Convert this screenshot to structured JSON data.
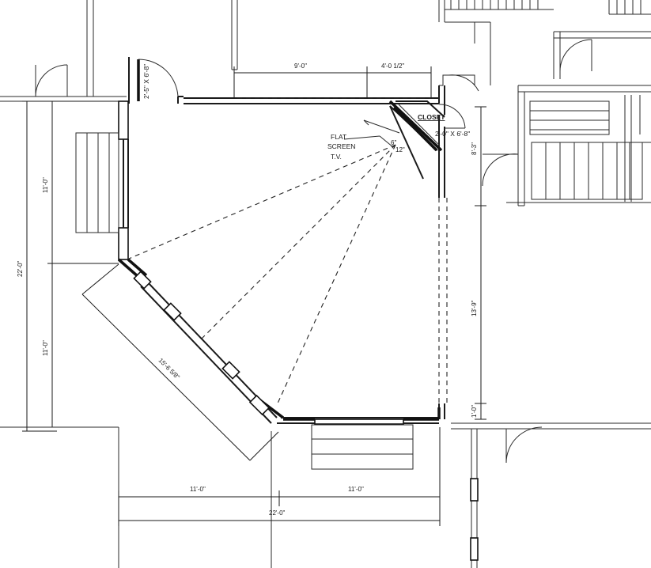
{
  "dimensions": {
    "top_left": "9'-0\"",
    "top_right": "4'-0 1/2\"",
    "left_upper": "11'-0\"",
    "left_lower": "11'-0\"",
    "left_total": "22'-0\"",
    "diagonal": "15'-6 5/8\"",
    "bottom_left": "11'-0\"",
    "bottom_right": "11'-0\"",
    "bottom_total": "22'-0\"",
    "right_upper": "8'-3\"",
    "right_middle": "13'-9\"",
    "right_small": "1'-0\"",
    "angle_top": "6\"",
    "angle_bottom": "12\""
  },
  "labels": {
    "door_top": "2'-5\" X 6'-8\"",
    "closet": "CLOSET",
    "closet_door": "2'-0\" X 6'-8\"",
    "tv_line1": "FLAT",
    "tv_line2": "SCREEN",
    "tv_line3": "T.V."
  },
  "colors": {
    "ink": "#1a1a1a",
    "paper": "#ffffff"
  }
}
